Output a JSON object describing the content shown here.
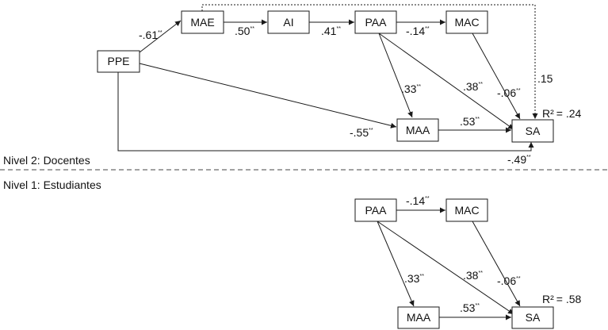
{
  "level2": {
    "label": "Nivel 2: Docentes",
    "r2": {
      "label": "R²",
      "value": "= .24"
    },
    "nodes": {
      "ppe": "PPE",
      "mae": "MAE",
      "ai": "AI",
      "paa": "PAA",
      "mac": "MAC",
      "maa": "MAA",
      "sa": "SA"
    },
    "paths": [
      {
        "from": "PPE",
        "to": "MAE",
        "coef": "-.61",
        "sig": "**"
      },
      {
        "from": "MAE",
        "to": "AI",
        "coef": ".50",
        "sig": "**"
      },
      {
        "from": "AI",
        "to": "PAA",
        "coef": ".41",
        "sig": "**"
      },
      {
        "from": "PAA",
        "to": "MAC",
        "coef": "-.14",
        "sig": "**"
      },
      {
        "from": "PAA",
        "to": "MAA",
        "coef": ".33",
        "sig": "**"
      },
      {
        "from": "PAA",
        "to": "SA",
        "coef": ".38",
        "sig": "**"
      },
      {
        "from": "MAC",
        "to": "SA",
        "coef": "-.06",
        "sig": "**"
      },
      {
        "from": "MAE",
        "to": "SA",
        "coef": ".15",
        "sig": ""
      },
      {
        "from": "PPE",
        "to": "MAA",
        "coef": "-.55",
        "sig": "**"
      },
      {
        "from": "MAA",
        "to": "SA",
        "coef": ".53",
        "sig": "**"
      },
      {
        "from": "PPE",
        "to": "SA",
        "coef": "-.49",
        "sig": "**"
      }
    ]
  },
  "level1": {
    "label": "Nivel 1: Estudiantes",
    "r2": {
      "label": "R²",
      "value": "= .58"
    },
    "nodes": {
      "paa": "PAA",
      "mac": "MAC",
      "maa": "MAA",
      "sa": "SA"
    },
    "paths": [
      {
        "from": "PAA",
        "to": "MAC",
        "coef": "-.14",
        "sig": "**"
      },
      {
        "from": "PAA",
        "to": "MAA",
        "coef": ".33",
        "sig": "**"
      },
      {
        "from": "PAA",
        "to": "SA",
        "coef": ".38",
        "sig": "**"
      },
      {
        "from": "MAC",
        "to": "SA",
        "coef": "-.06",
        "sig": "**"
      },
      {
        "from": "MAA",
        "to": "SA",
        "coef": ".53",
        "sig": "**"
      }
    ]
  }
}
